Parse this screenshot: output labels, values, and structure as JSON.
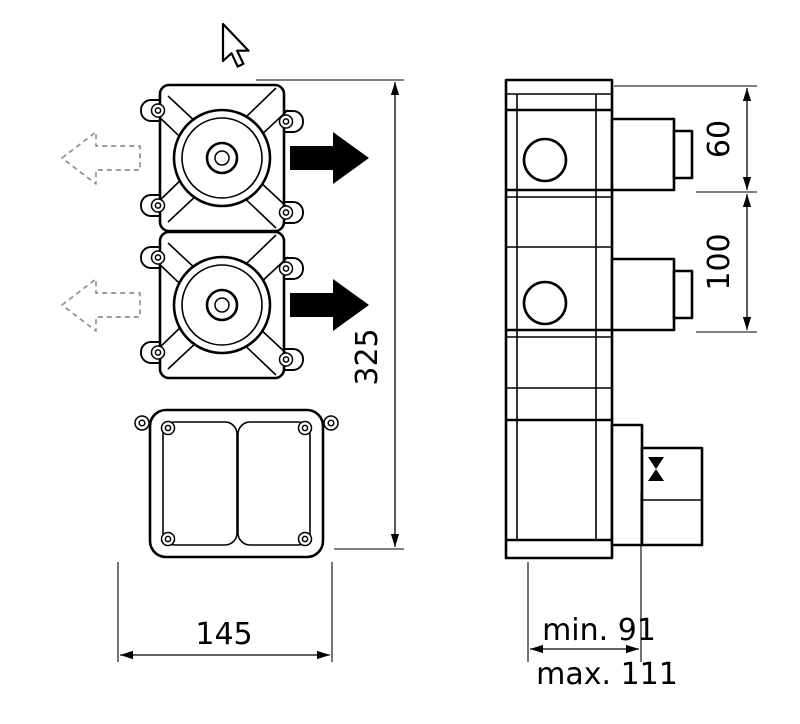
{
  "drawing": {
    "front_view": {
      "overall_height": "325",
      "overall_width": "145"
    },
    "side_view": {
      "top_offset": "60",
      "port_spacing": "100",
      "depth_min": "min. 91",
      "depth_max": "max. 111"
    }
  }
}
